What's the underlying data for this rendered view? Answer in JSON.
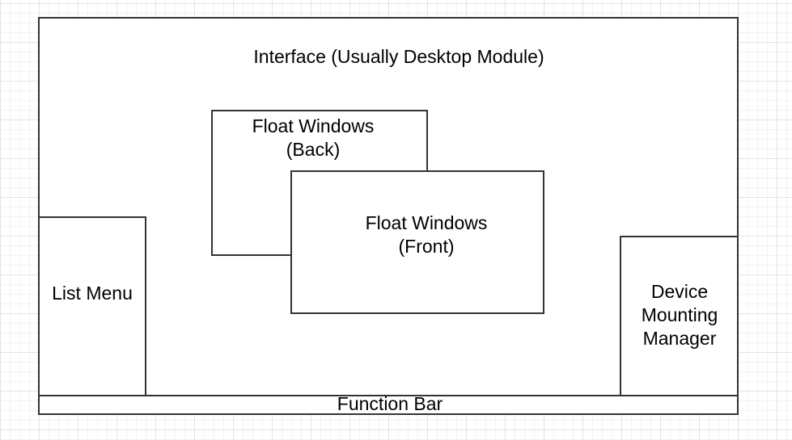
{
  "diagram": {
    "type": "ui-layout-block-diagram",
    "nodes": {
      "interface": {
        "label": "Interface (Usually Desktop Module)"
      },
      "float_back": {
        "lines": [
          "Float Windows",
          "(Back)"
        ]
      },
      "float_front": {
        "lines": [
          "Float Windows",
          "(Front)"
        ]
      },
      "list_menu": {
        "label": "List Menu"
      },
      "device_mounting_manager": {
        "lines": [
          "Device",
          "Mounting",
          "Manager"
        ]
      },
      "function_bar": {
        "label": "Function Bar"
      }
    },
    "colors": {
      "shape_stroke": "#333333",
      "shape_fill": "#ffffff",
      "text": "#000000",
      "grid_minor": "#f2f2f2",
      "grid_major": "#e3e3e3",
      "canvas_background": "#ffffff"
    }
  }
}
